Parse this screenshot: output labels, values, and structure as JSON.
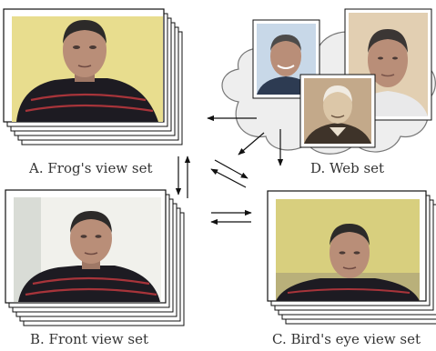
{
  "panels": {
    "a": {
      "caption": "A. Frog's view set",
      "photo_kind": "frog"
    },
    "b": {
      "caption": "B. Front view set",
      "photo_kind": "front"
    },
    "c": {
      "caption": "C. Bird's eye view set",
      "photo_kind": "bird"
    },
    "d": {
      "caption": "D. Web set",
      "photo_kind": "web"
    }
  },
  "colors": {
    "frame_border": "#111111",
    "cloud_fill": "#eeeeee",
    "cloud_stroke": "#777777",
    "arrow": "#111111",
    "shirt": "#1d1b22",
    "stripe": "#a7343a",
    "skin": "#b98e78",
    "hair": "#2c2a29",
    "bg_frog": "#e8dd8e",
    "bg_front": "#f1f1ec",
    "bg_bird": "#d8cf7e",
    "bg_web1": "#c8d8e8",
    "bg_web2": "#e2cfb2",
    "bg_web3": "#c3a98a"
  }
}
